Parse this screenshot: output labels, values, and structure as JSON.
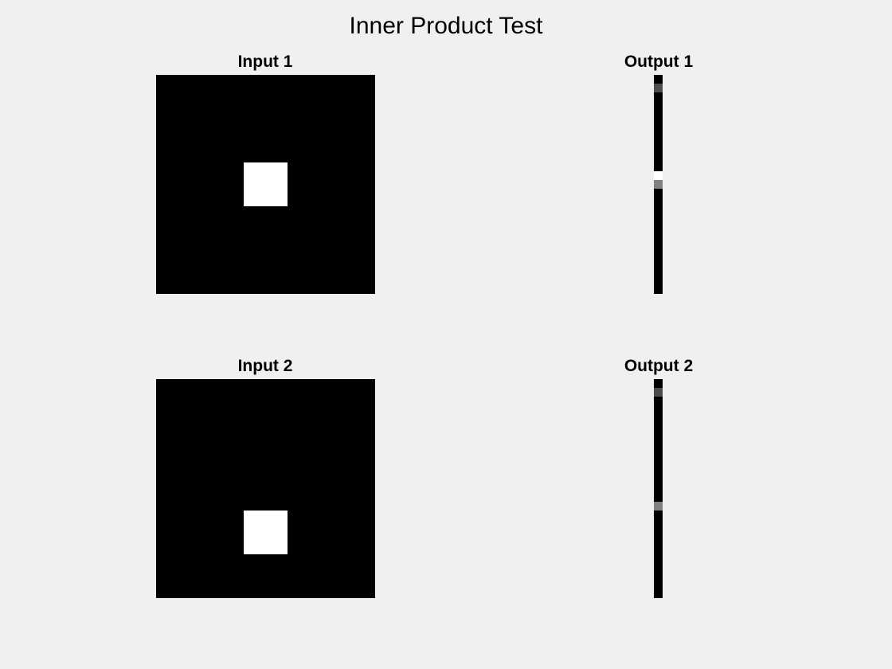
{
  "figure": {
    "title": "Inner Product Test"
  },
  "chart_data": [
    {
      "type": "heatmap",
      "title": "Input 1",
      "rows": 5,
      "cols": 5,
      "values": [
        [
          0,
          0,
          0,
          0,
          0
        ],
        [
          0,
          0,
          0,
          0,
          0
        ],
        [
          0,
          0,
          1,
          0,
          0
        ],
        [
          0,
          0,
          0,
          0,
          0
        ],
        [
          0,
          0,
          0,
          0,
          0
        ]
      ],
      "colormap": "gray"
    },
    {
      "type": "heatmap",
      "title": "Output 1",
      "rows": 25,
      "cols": 1,
      "values": [
        0,
        0.3,
        0,
        0,
        0,
        0,
        0,
        0,
        0,
        0,
        0,
        1,
        0.5,
        0,
        0,
        0,
        0,
        0,
        0,
        0,
        0,
        0,
        0,
        0,
        0
      ],
      "colormap": "gray"
    },
    {
      "type": "heatmap",
      "title": "Input 2",
      "rows": 5,
      "cols": 5,
      "values": [
        [
          0,
          0,
          0,
          0,
          0
        ],
        [
          0,
          0,
          0,
          0,
          0
        ],
        [
          0,
          0,
          0,
          0,
          0
        ],
        [
          0,
          0,
          1,
          0,
          0
        ],
        [
          0,
          0,
          0,
          0,
          0
        ]
      ],
      "colormap": "gray"
    },
    {
      "type": "heatmap",
      "title": "Output 2",
      "rows": 25,
      "cols": 1,
      "values": [
        0,
        0.3,
        0,
        0,
        0,
        0,
        0,
        0,
        0,
        0,
        0,
        0,
        0,
        0,
        0.5,
        0,
        0,
        0,
        0,
        0,
        0,
        0,
        0,
        0,
        0
      ],
      "colormap": "gray"
    }
  ]
}
